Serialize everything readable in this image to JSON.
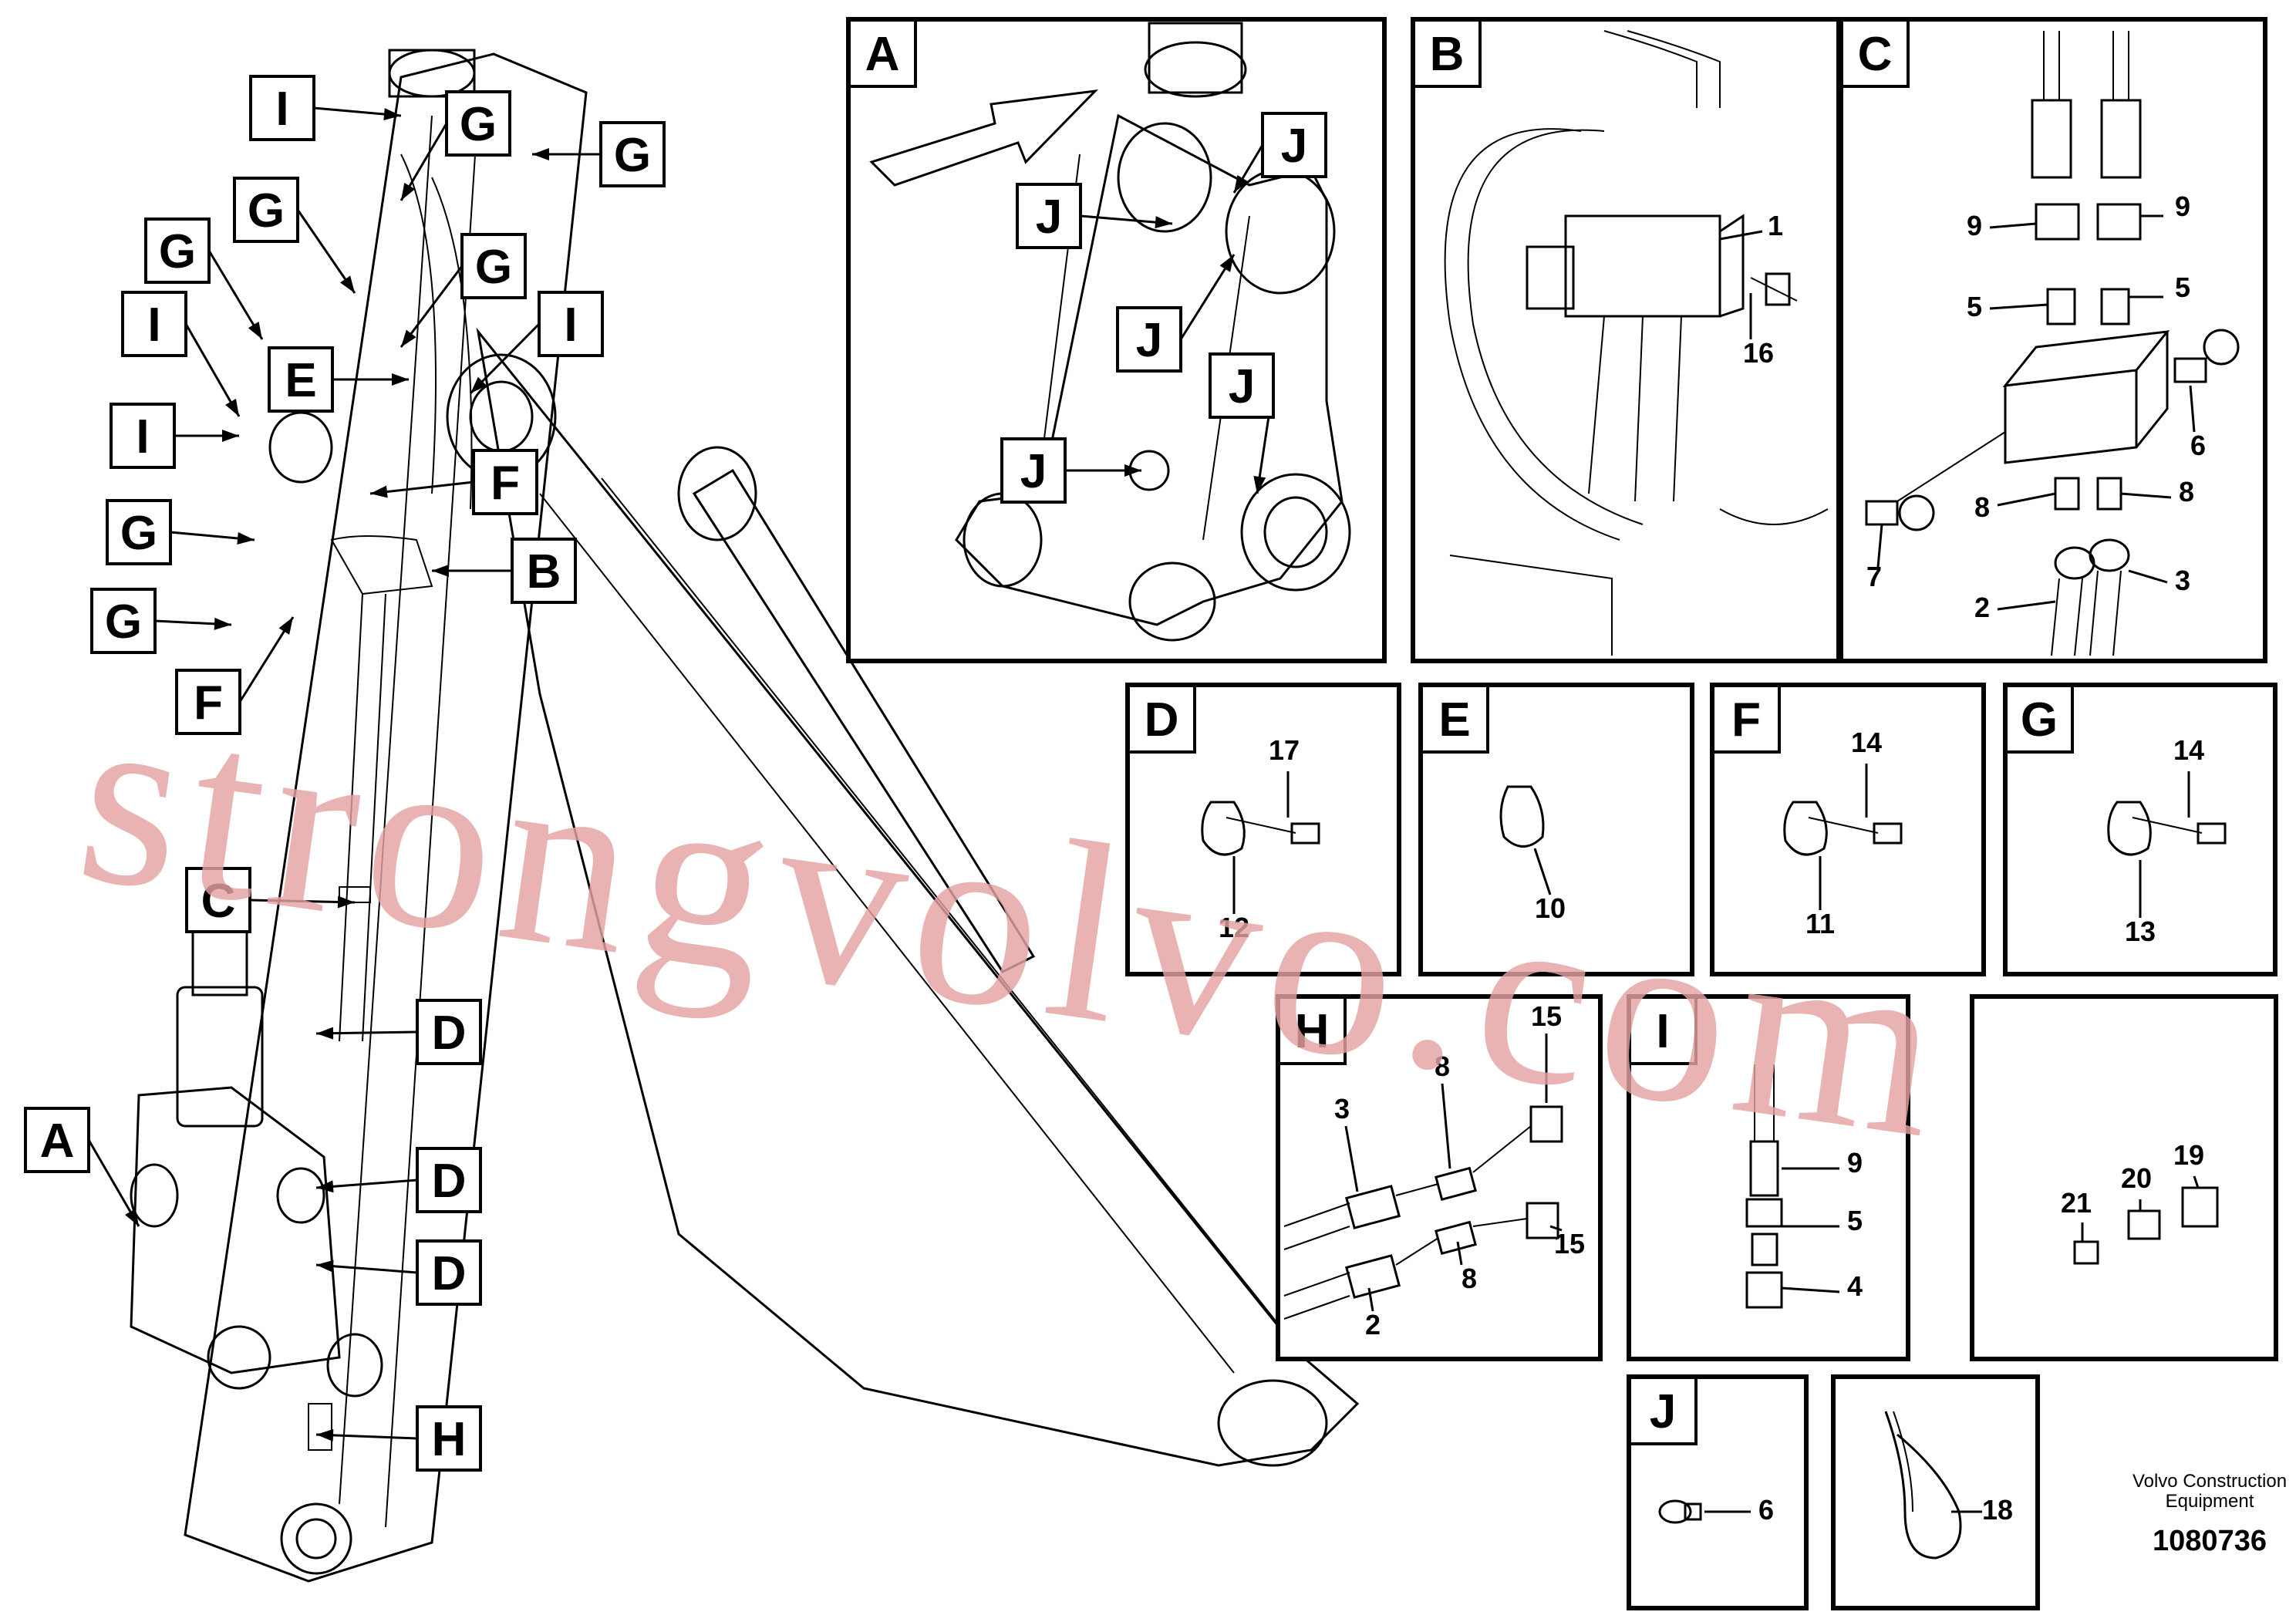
{
  "callouts_left": [
    "I",
    "G",
    "G",
    "G",
    "G",
    "G",
    "I",
    "E",
    "I",
    "I",
    "F",
    "B",
    "G",
    "G",
    "F",
    "C",
    "D",
    "A",
    "D",
    "D",
    "H"
  ],
  "detail_panels": [
    {
      "letter": "A"
    },
    {
      "letter": "B",
      "numbers": [
        "1",
        "16"
      ]
    },
    {
      "letter": "C",
      "numbers": [
        "9",
        "9",
        "5",
        "5",
        "6",
        "8",
        "8",
        "7",
        "2",
        "3"
      ]
    },
    {
      "letter": "D",
      "numbers": [
        "17",
        "12"
      ]
    },
    {
      "letter": "E",
      "numbers": [
        "10"
      ]
    },
    {
      "letter": "F",
      "numbers": [
        "14",
        "11"
      ]
    },
    {
      "letter": "G",
      "numbers": [
        "14",
        "13"
      ]
    },
    {
      "letter": "H",
      "numbers": [
        "15",
        "8",
        "3",
        "15",
        "8",
        "2"
      ]
    },
    {
      "letter": "I",
      "numbers": [
        "9",
        "5",
        "4"
      ]
    },
    {
      "letter": "",
      "numbers": [
        "21",
        "20",
        "19"
      ]
    },
    {
      "letter": "J",
      "numbers": [
        "6"
      ]
    },
    {
      "letter": "",
      "numbers": [
        "18"
      ]
    }
  ],
  "panel_a_callouts": [
    "J",
    "J",
    "J",
    "J",
    "J"
  ],
  "watermark": "strongvolvo.com",
  "footer": {
    "company_line1": "Volvo Construction",
    "company_line2": "Equipment",
    "doc_number": "1080736"
  }
}
